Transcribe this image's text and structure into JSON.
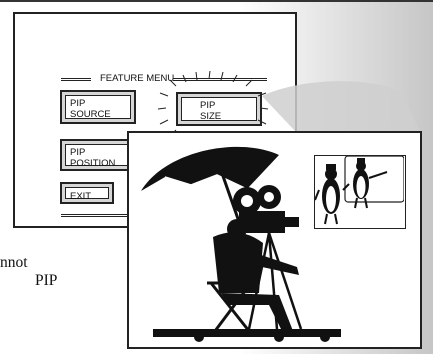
{
  "menu": {
    "title": "FEATURE MENU",
    "buttons": {
      "pip_source": [
        "PIP",
        "SOURCE"
      ],
      "pip_size": [
        "PIP",
        "SIZE"
      ],
      "pip_position": [
        "PIP",
        "POSITION"
      ],
      "exit": "EXIT"
    }
  },
  "side_text": {
    "line1": "nnot",
    "line2": "PIP"
  },
  "colors": {
    "outline": "#222222",
    "button_bevel": "#d6d6d6",
    "background_fade": "#c6c6c6"
  },
  "icons": {
    "pip_window": "penguin-pip-illustration",
    "main_picture": "director-with-umbrella-illustration",
    "selection_highlight": "sparkle-rays"
  }
}
